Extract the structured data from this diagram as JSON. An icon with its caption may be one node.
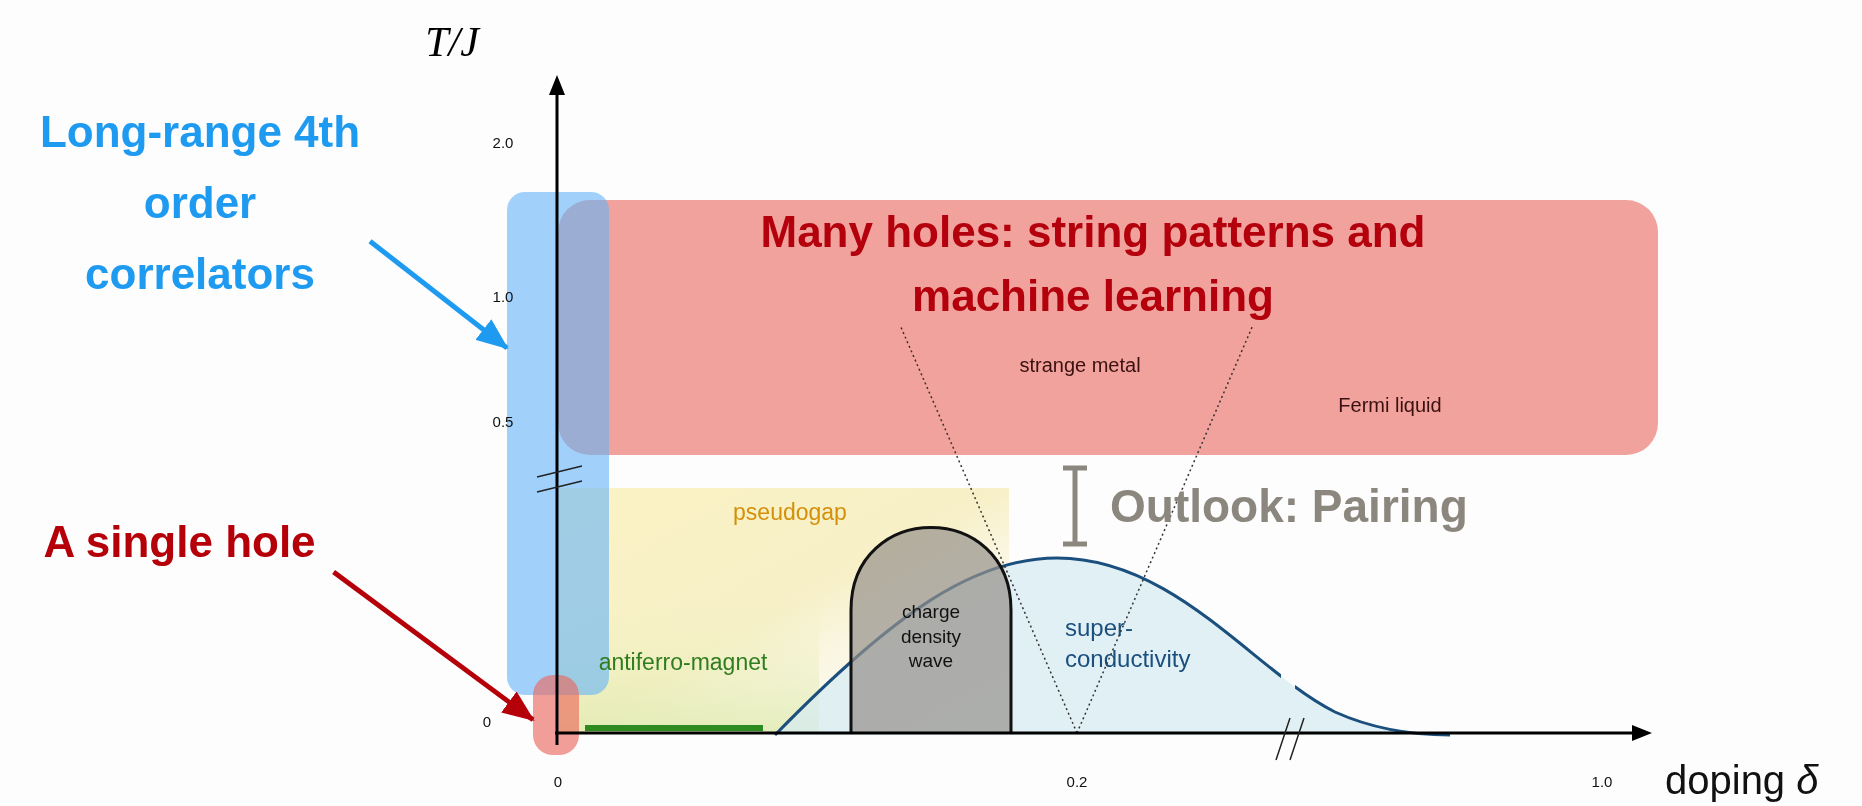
{
  "diagram": {
    "nodes": [
      {
        "text": [
          "Long-range 4th order correlators"
        ]
      },
      {
        "text": [],
        "shape": "box"
      },
      {
        "text": [
          "A single hole"
        ]
      },
      {
        "text": [],
        "shape": "box"
      },
      {
        "text": [
          "Many holes: string patterns and machine learning"
        ]
      },
      {
        "text": [
          "super- conductivity"
        ]
      },
      {
        "text": [
          "charge density wave"
        ]
      }
    ],
    "edges": [
      {
        "from": 0,
        "to": 1,
        "arrow": "to",
        "color": "#1e9bf0"
      },
      {
        "from": 2,
        "to": 3,
        "arrow": "to",
        "color": "#b5000a"
      }
    ],
    "labels": [
      "T/J",
      "2.0",
      "1.0",
      "strange metal",
      "Fermi liquid",
      "0.5",
      "Outlook: Pairing",
      "pseudogap",
      "antiferro-magnet",
      "0",
      "0",
      "0.2",
      "1.0",
      "doping *δ*"
    ]
  }
}
